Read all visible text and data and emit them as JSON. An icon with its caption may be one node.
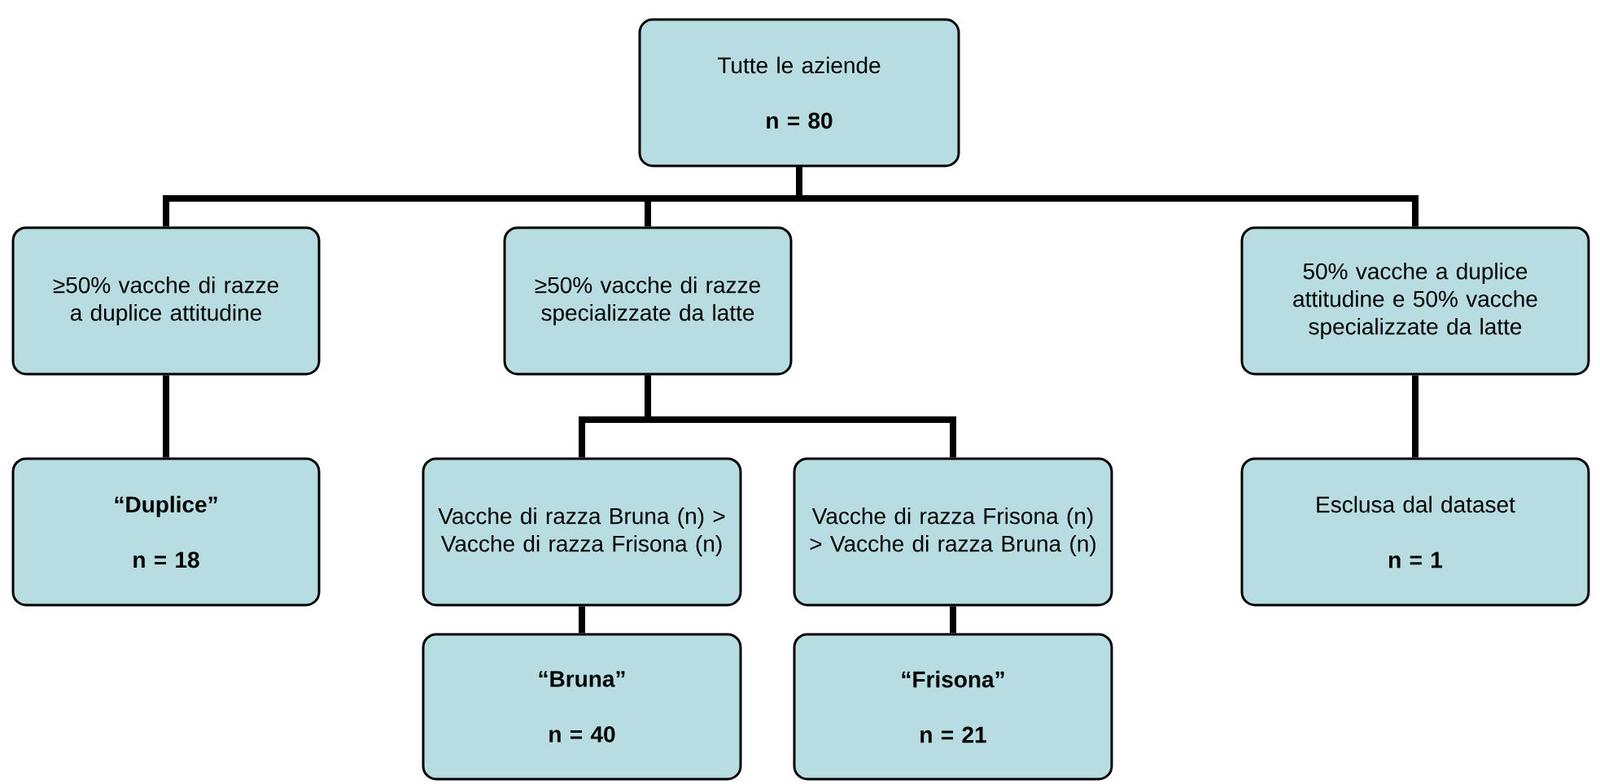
{
  "diagram": {
    "nodes": [
      {
        "text": [
          "Tutte le aziende",
          "n = 80"
        ]
      },
      {
        "text": [
          "≥50% vacche di razze a duplice attitudine"
        ]
      },
      {
        "text": [
          "≥50% vacche di razze specializzate da latte"
        ]
      },
      {
        "text": [
          "50% vacche a duplice attitudine e 50% vacche specializzate da latte"
        ]
      },
      {
        "text": [
          "“Duplice”",
          "n = 18"
        ]
      },
      {
        "text": [
          "Vacche di razza Bruna (n) > Vacche di razza Frisona (n)"
        ]
      },
      {
        "text": [
          "Vacche di razza Frisona (n) > Vacche di razza Bruna (n)"
        ]
      },
      {
        "text": [
          "Esclusa dal dataset",
          "n = 1"
        ]
      },
      {
        "text": [
          "“Bruna”",
          "n = 40"
        ]
      },
      {
        "text": [
          "“Frisona”",
          "n = 21"
        ]
      }
    ],
    "edges": [
      {
        "from": 0,
        "to": 1,
        "arrow": "none"
      },
      {
        "from": 0,
        "to": 2,
        "arrow": "none"
      },
      {
        "from": 0,
        "to": 3,
        "arrow": "none"
      },
      {
        "from": 1,
        "to": 4,
        "arrow": "none"
      },
      {
        "from": 2,
        "to": 5,
        "arrow": "none"
      },
      {
        "from": 2,
        "to": 6,
        "arrow": "none"
      },
      {
        "from": 3,
        "to": 7,
        "arrow": "none"
      },
      {
        "from": 5,
        "to": 8,
        "arrow": "none"
      },
      {
        "from": 6,
        "to": 9,
        "arrow": "none"
      }
    ]
  }
}
